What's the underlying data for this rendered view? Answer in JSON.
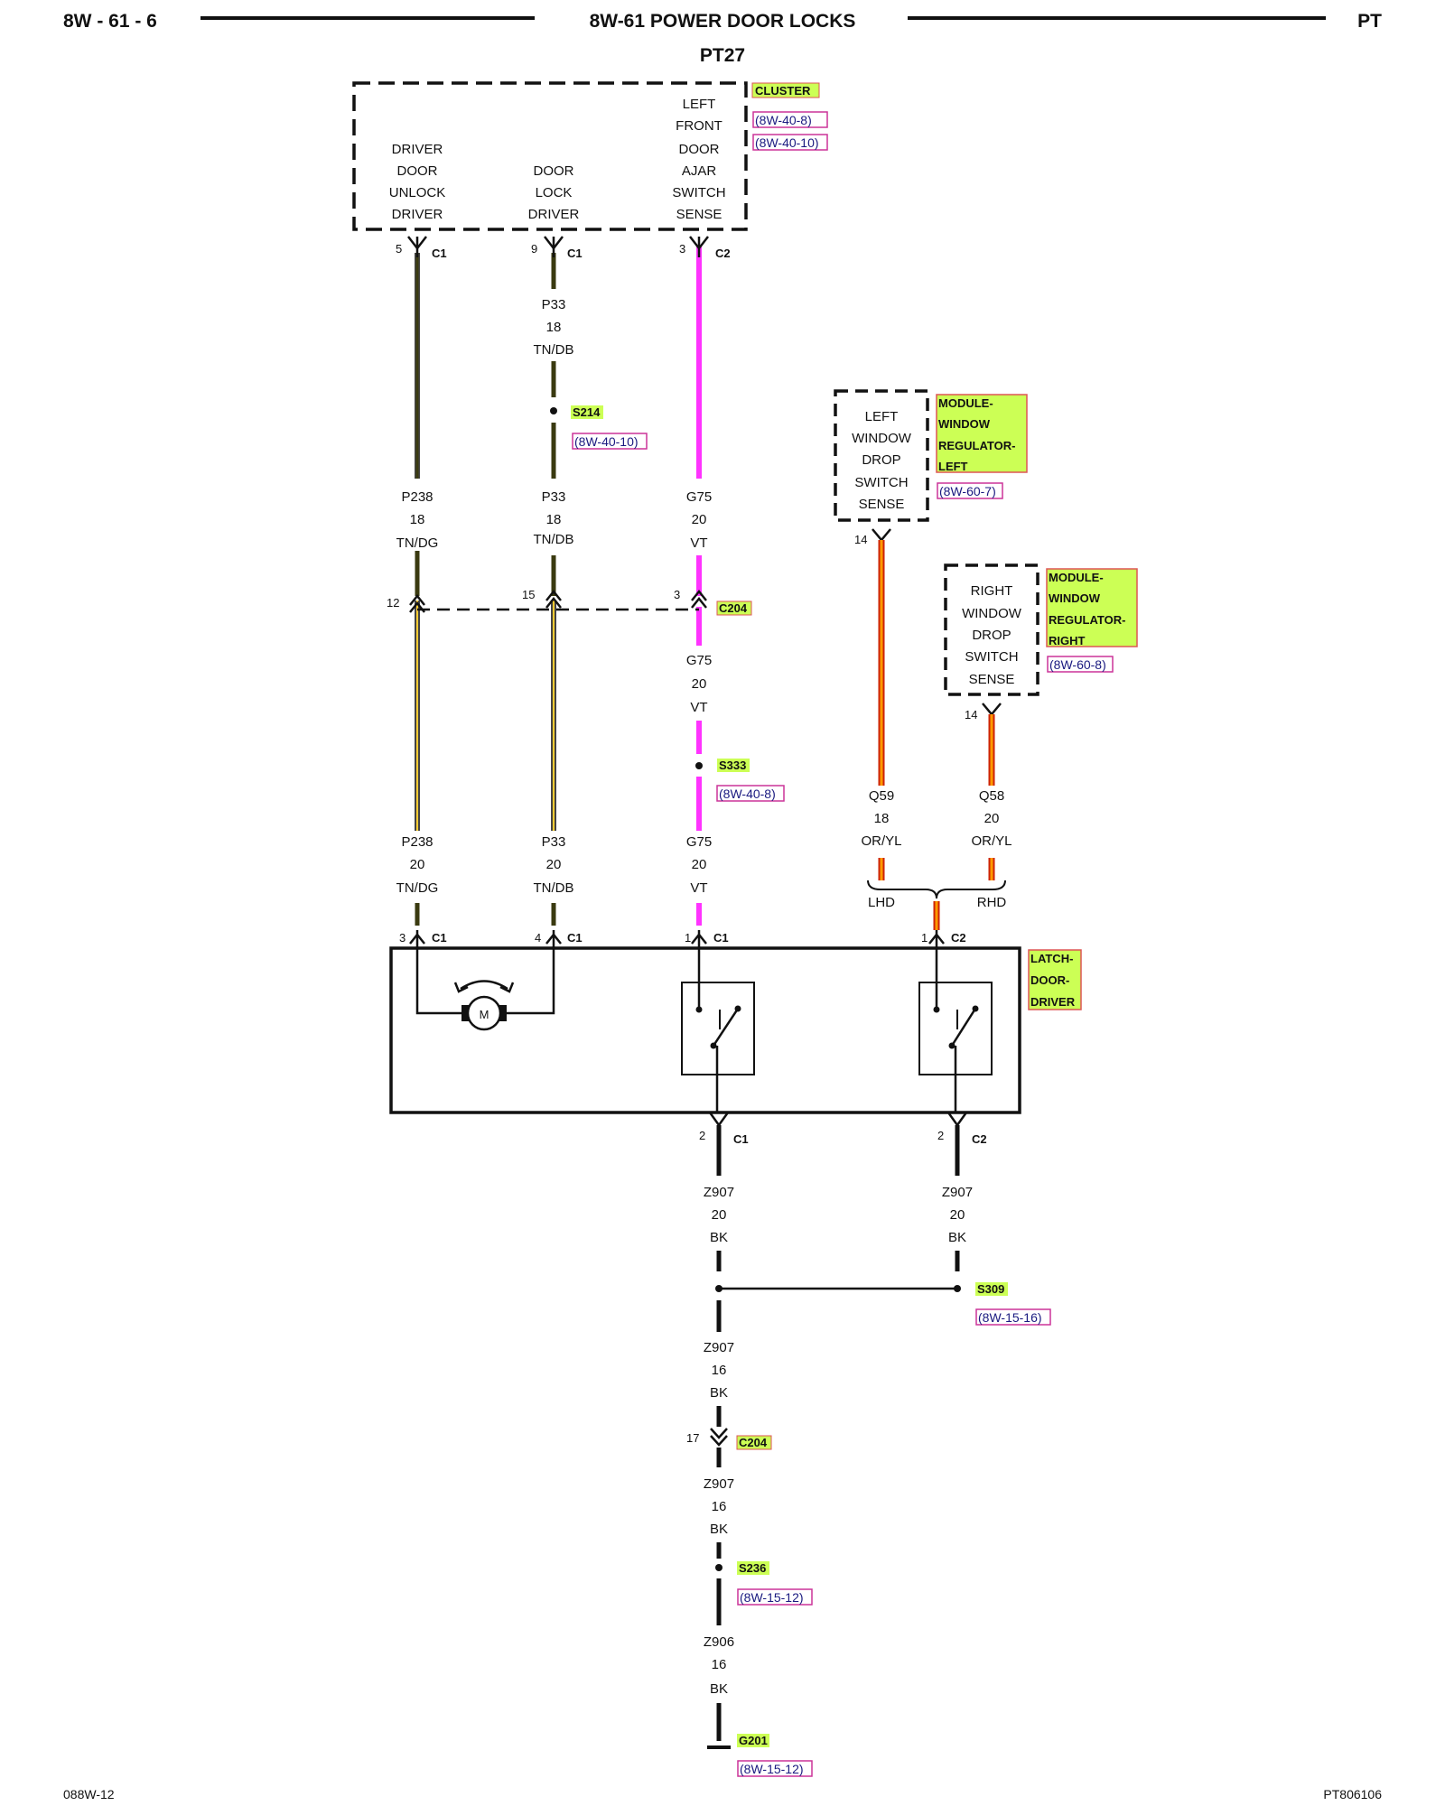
{
  "header": {
    "page_id": "8W - 61 - 6",
    "title": "8W-61 POWER DOOR LOCKS",
    "platform": "PT",
    "subtitle": "PT27"
  },
  "cluster": {
    "col1": [
      "DRIVER",
      "DOOR",
      "UNLOCK",
      "DRIVER"
    ],
    "col2": [
      "DOOR",
      "LOCK",
      "DRIVER"
    ],
    "col3": [
      "LEFT",
      "FRONT",
      "DOOR",
      "AJAR",
      "SWITCH",
      "SENSE"
    ],
    "badge": "CLUSTER",
    "refs": [
      "(8W-40-8)",
      "(8W-40-10)"
    ]
  },
  "module_left": {
    "lines": [
      "LEFT",
      "WINDOW",
      "DROP",
      "SWITCH",
      "SENSE"
    ],
    "badge": [
      "MODULE-",
      "WINDOW",
      "REGULATOR-",
      "LEFT"
    ],
    "ref": "(8W-60-7)",
    "pin": "14"
  },
  "module_right": {
    "lines": [
      "RIGHT",
      "WINDOW",
      "DROP",
      "SWITCH",
      "SENSE"
    ],
    "badge": [
      "MODULE-",
      "WINDOW",
      "REGULATOR-",
      "RIGHT"
    ],
    "ref": "(8W-60-8)",
    "pin": "14"
  },
  "latch": {
    "badge": [
      "LATCH-",
      "DOOR-",
      "DRIVER"
    ],
    "motor_label": "M"
  },
  "pins": {
    "cl_1": "5",
    "cl_2": "9",
    "cl_3": "3",
    "c204_1": "12",
    "c204_2": "15",
    "c204_3": "3",
    "latch_1": "3",
    "latch_2": "4",
    "latch_3": "1",
    "latch_4": "1",
    "latch_b1": "2",
    "latch_b2": "2",
    "c204_b": "17"
  },
  "connectors": {
    "c1": "C1",
    "c2": "C2"
  },
  "wires": {
    "p238_upper": [
      "P238",
      "18",
      "TN/DG"
    ],
    "p33_a": [
      "P33",
      "18",
      "TN/DB"
    ],
    "p33_b": [
      "P33",
      "18",
      "TN/DB"
    ],
    "g75_a": [
      "G75",
      "20",
      "VT"
    ],
    "g75_b": [
      "G75",
      "20",
      "VT"
    ],
    "p238_lower": [
      "P238",
      "20",
      "TN/DG"
    ],
    "p33_lower": [
      "P33",
      "20",
      "TN/DB"
    ],
    "g75_lower": [
      "G75",
      "20",
      "VT"
    ],
    "q59": [
      "Q59",
      "18",
      "OR/YL"
    ],
    "q58": [
      "Q58",
      "20",
      "OR/YL"
    ],
    "z907_a": [
      "Z907",
      "20",
      "BK"
    ],
    "z907_b": [
      "Z907",
      "20",
      "BK"
    ],
    "z907_c": [
      "Z907",
      "16",
      "BK"
    ],
    "z907_d": [
      "Z907",
      "16",
      "BK"
    ],
    "z906": [
      "Z906",
      "16",
      "BK"
    ]
  },
  "splices": {
    "s214": {
      "name": "S214",
      "ref": "(8W-40-10)"
    },
    "s333": {
      "name": "S333",
      "ref": "(8W-40-8)"
    },
    "s309": {
      "name": "S309",
      "ref": "(8W-15-16)"
    },
    "s236": {
      "name": "S236",
      "ref": "(8W-15-12)"
    },
    "g201": {
      "name": "G201",
      "ref": "(8W-15-12)"
    }
  },
  "c204": "C204",
  "lhd": "LHD",
  "rhd": "RHD",
  "footer": {
    "left": "088W-12",
    "right": "PT806106"
  },
  "colors": {
    "tn_dg": "#3a3a10",
    "violet": "#ff33ff",
    "orange": "#ff9900",
    "red": "#cc2200",
    "yellow_badge": "#ccff55",
    "ref_box": "#cc3399"
  }
}
